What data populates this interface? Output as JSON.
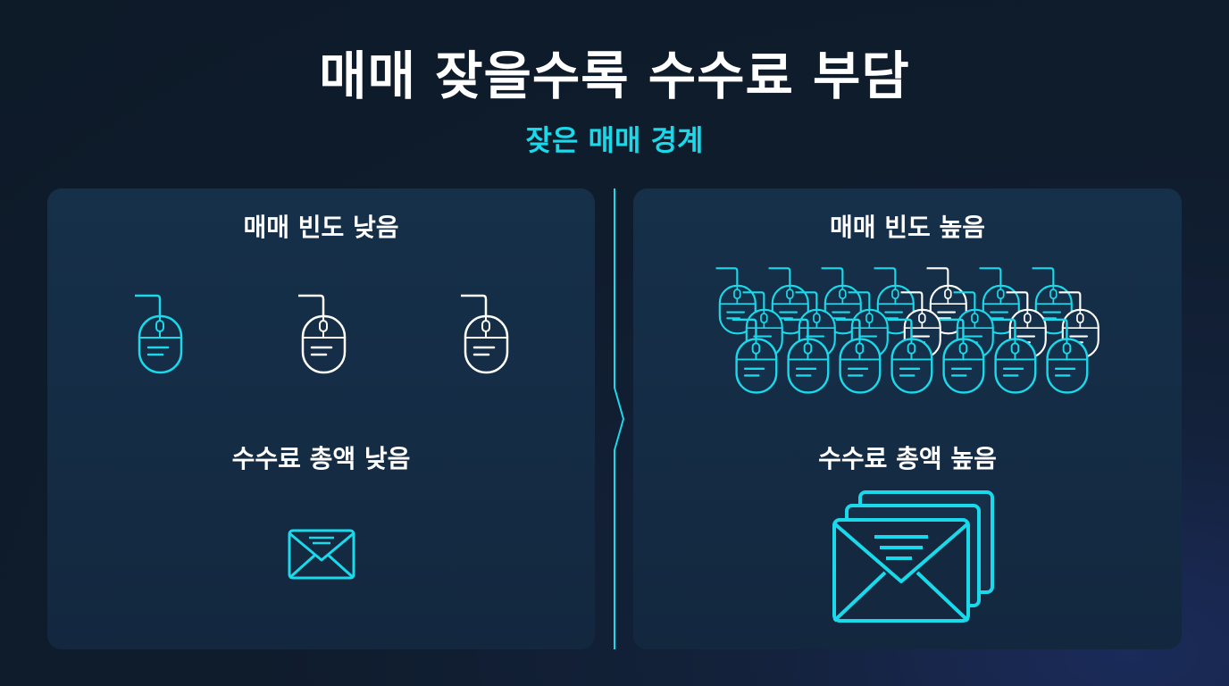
{
  "title": "매매 잦을수록 수수료 부담",
  "subtitle": "잦은 매매 경계",
  "left_panel": {
    "frequency_label": "매매 빈도 낮음",
    "fee_label": "수수료 총액 낮음"
  },
  "right_panel": {
    "frequency_label": "매매 빈도 높음",
    "fee_label": "수수료 총액 높음"
  },
  "colors": {
    "accent": "#19d9ea",
    "white": "#ffffff",
    "panel": "#16304a"
  }
}
